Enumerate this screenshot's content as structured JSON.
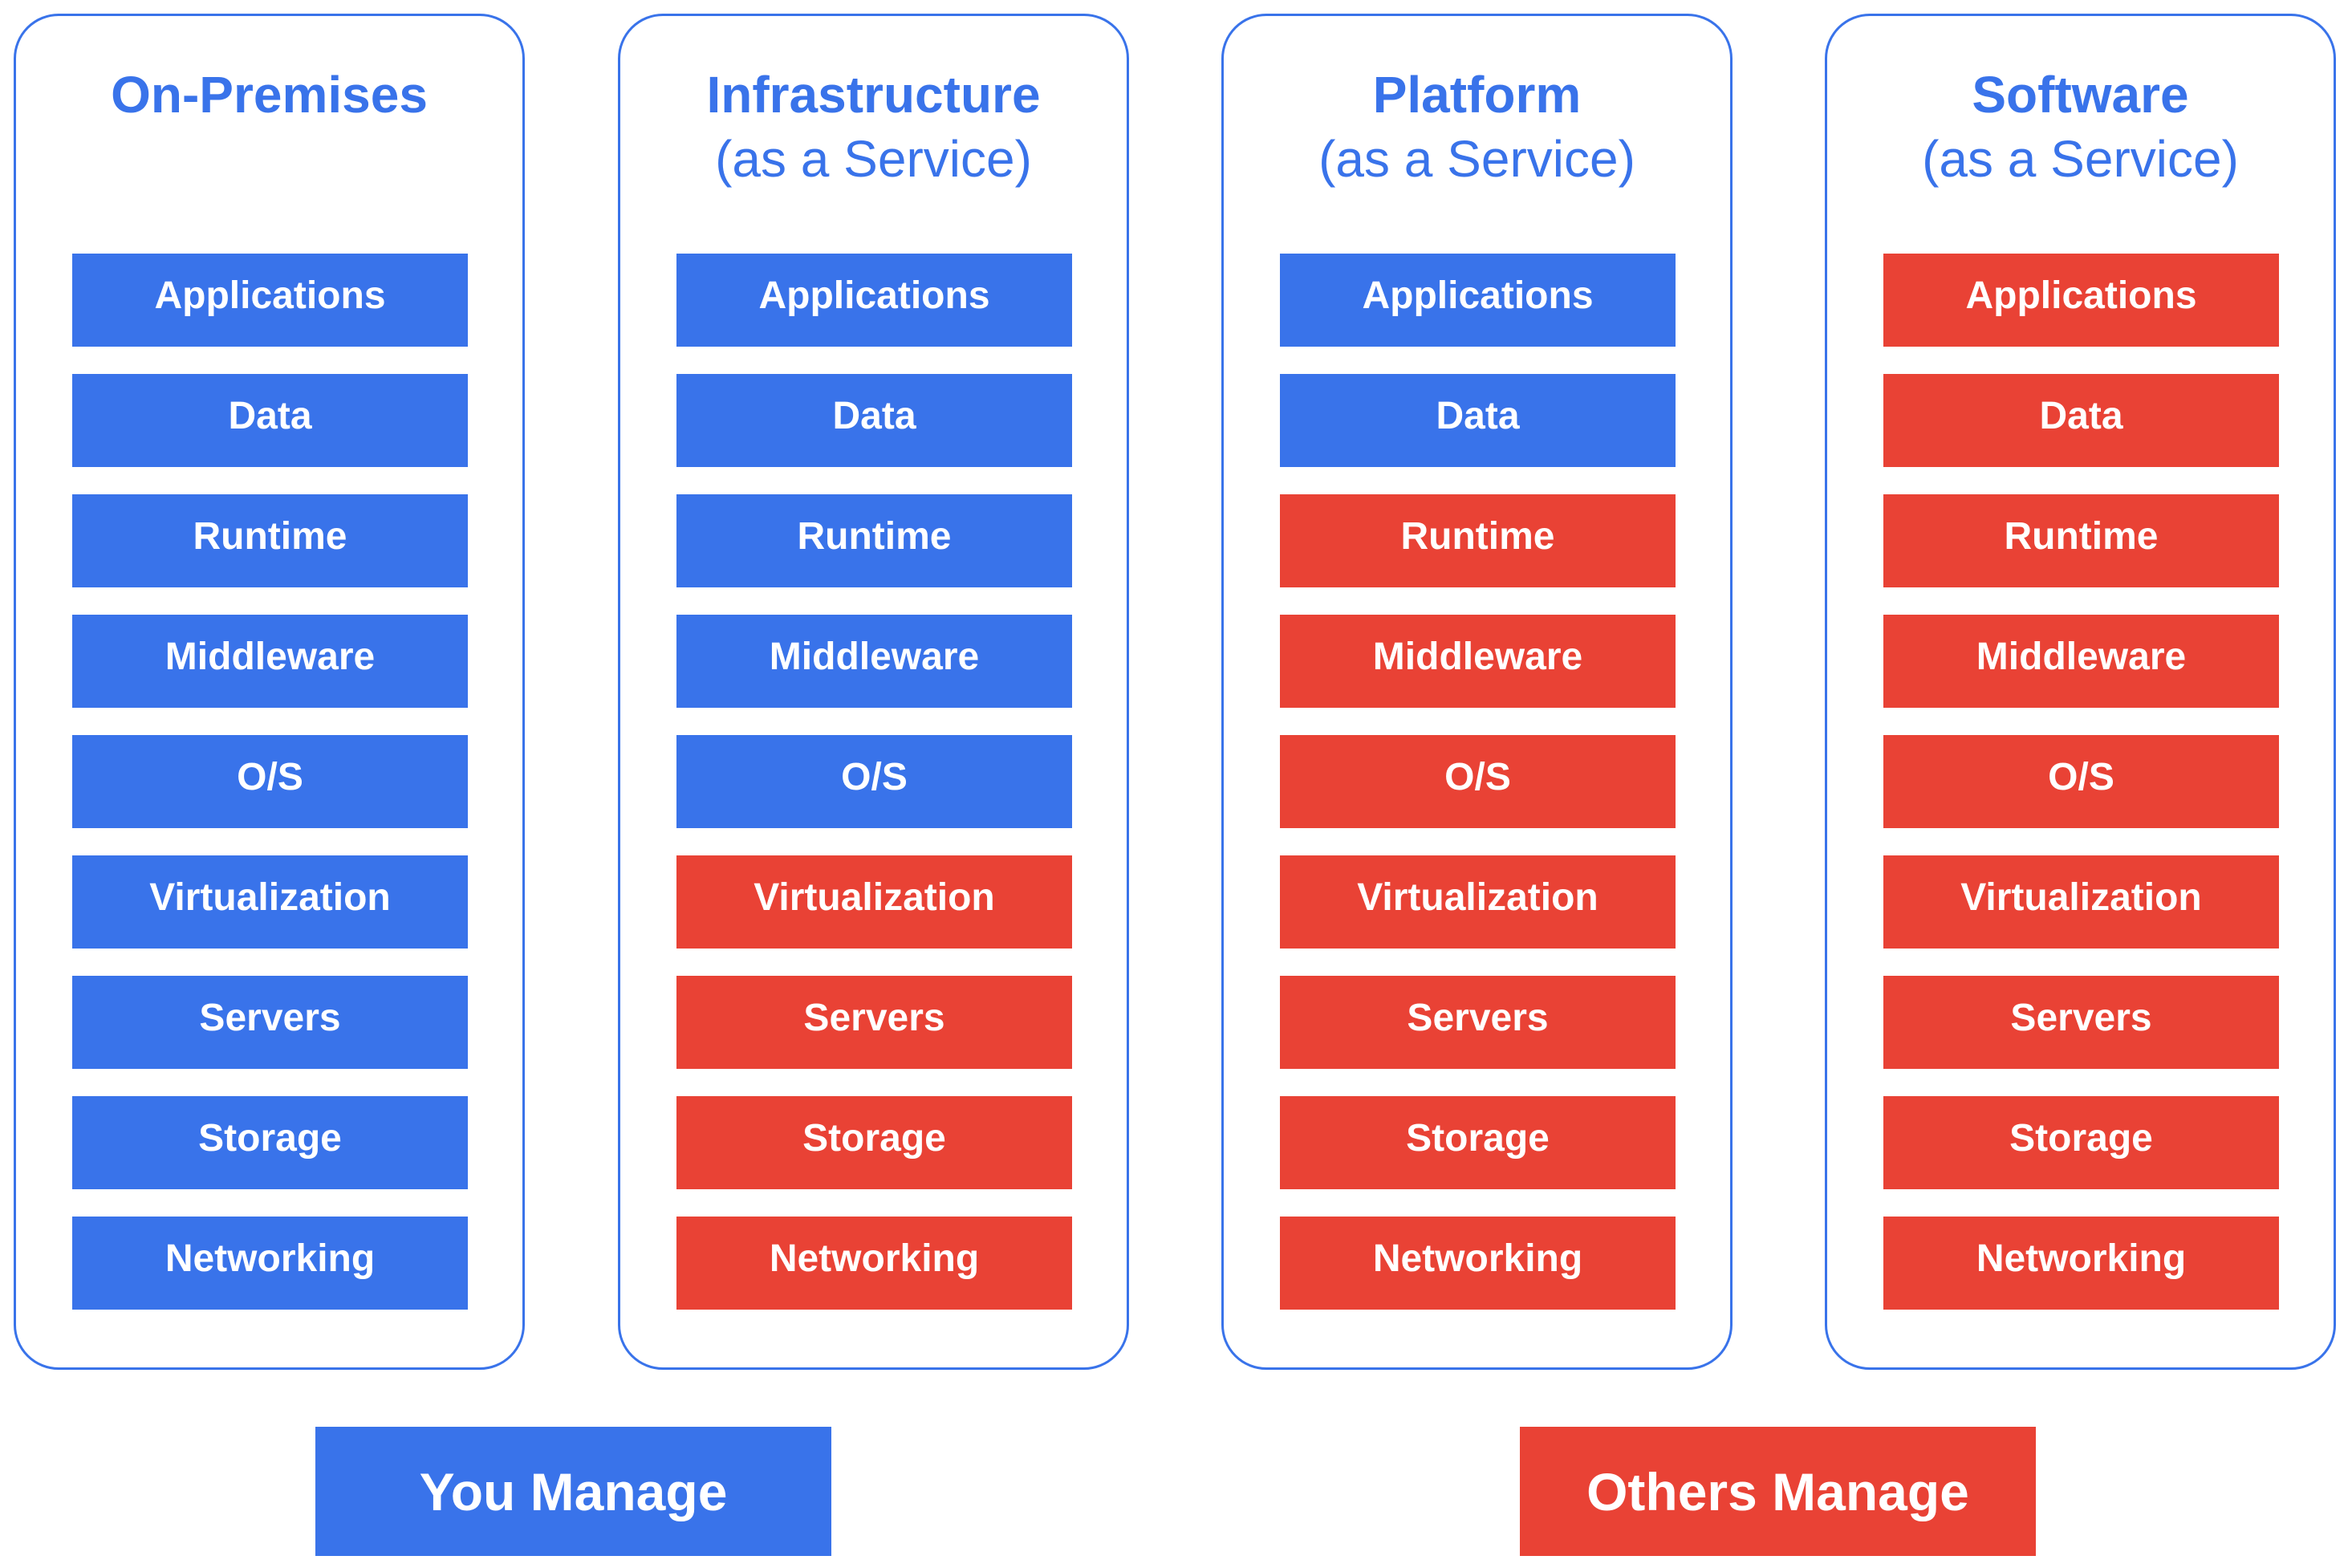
{
  "colors": {
    "you_manage": "#3973ea",
    "others_manage": "#e94235",
    "border": "#3973ea"
  },
  "columns": [
    {
      "id": "on-premises",
      "title": "On-Premises",
      "subtitle": "",
      "layers": [
        {
          "label": "Applications",
          "managed_by": "you"
        },
        {
          "label": "Data",
          "managed_by": "you"
        },
        {
          "label": "Runtime",
          "managed_by": "you"
        },
        {
          "label": "Middleware",
          "managed_by": "you"
        },
        {
          "label": "O/S",
          "managed_by": "you"
        },
        {
          "label": "Virtualization",
          "managed_by": "you"
        },
        {
          "label": "Servers",
          "managed_by": "you"
        },
        {
          "label": "Storage",
          "managed_by": "you"
        },
        {
          "label": "Networking",
          "managed_by": "you"
        }
      ]
    },
    {
      "id": "iaas",
      "title": "Infrastructure",
      "subtitle": "(as a Service)",
      "layers": [
        {
          "label": "Applications",
          "managed_by": "you"
        },
        {
          "label": "Data",
          "managed_by": "you"
        },
        {
          "label": "Runtime",
          "managed_by": "you"
        },
        {
          "label": "Middleware",
          "managed_by": "you"
        },
        {
          "label": "O/S",
          "managed_by": "you"
        },
        {
          "label": "Virtualization",
          "managed_by": "others"
        },
        {
          "label": "Servers",
          "managed_by": "others"
        },
        {
          "label": "Storage",
          "managed_by": "others"
        },
        {
          "label": "Networking",
          "managed_by": "others"
        }
      ]
    },
    {
      "id": "paas",
      "title": "Platform",
      "subtitle": "(as a Service)",
      "layers": [
        {
          "label": "Applications",
          "managed_by": "you"
        },
        {
          "label": "Data",
          "managed_by": "you"
        },
        {
          "label": "Runtime",
          "managed_by": "others"
        },
        {
          "label": "Middleware",
          "managed_by": "others"
        },
        {
          "label": "O/S",
          "managed_by": "others"
        },
        {
          "label": "Virtualization",
          "managed_by": "others"
        },
        {
          "label": "Servers",
          "managed_by": "others"
        },
        {
          "label": "Storage",
          "managed_by": "others"
        },
        {
          "label": "Networking",
          "managed_by": "others"
        }
      ]
    },
    {
      "id": "saas",
      "title": "Software",
      "subtitle": "(as a Service)",
      "layers": [
        {
          "label": "Applications",
          "managed_by": "others"
        },
        {
          "label": "Data",
          "managed_by": "others"
        },
        {
          "label": "Runtime",
          "managed_by": "others"
        },
        {
          "label": "Middleware",
          "managed_by": "others"
        },
        {
          "label": "O/S",
          "managed_by": "others"
        },
        {
          "label": "Virtualization",
          "managed_by": "others"
        },
        {
          "label": "Servers",
          "managed_by": "others"
        },
        {
          "label": "Storage",
          "managed_by": "others"
        },
        {
          "label": "Networking",
          "managed_by": "others"
        }
      ]
    }
  ],
  "legend": {
    "you_manage": "You Manage",
    "others_manage": "Others Manage"
  }
}
